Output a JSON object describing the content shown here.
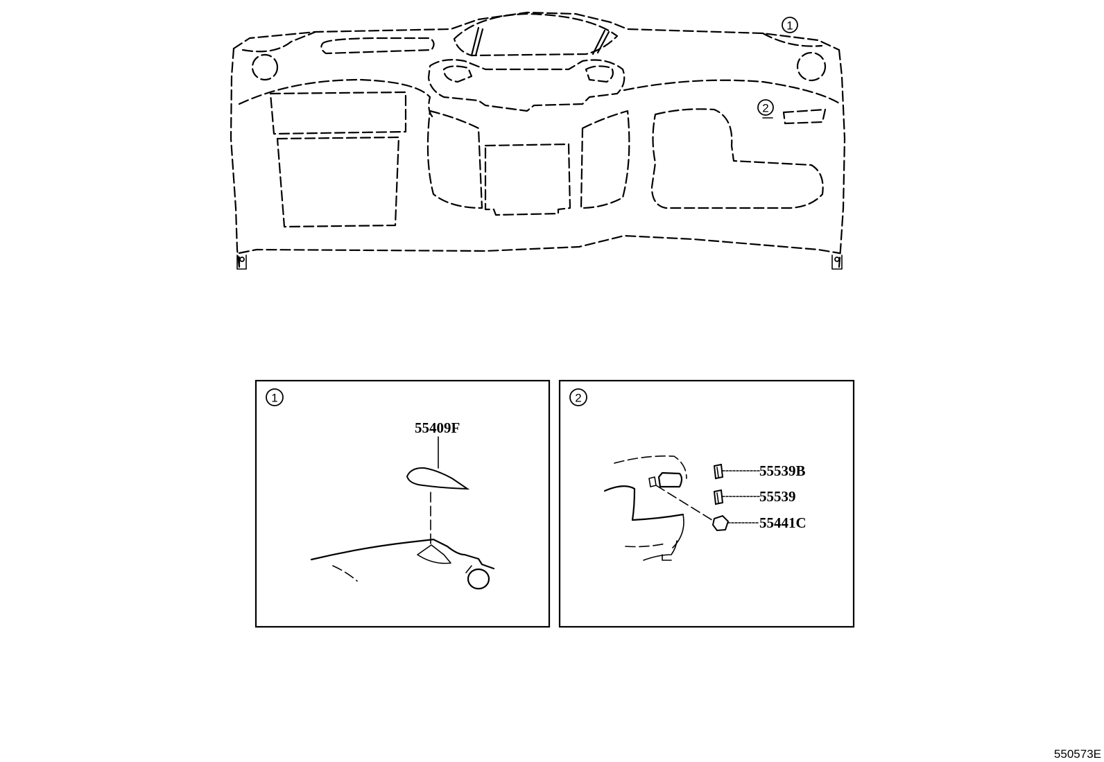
{
  "callouts": {
    "one": "1",
    "two": "2"
  },
  "detail_1": {
    "label": "1",
    "parts": [
      "55409F"
    ]
  },
  "detail_2": {
    "label": "2",
    "parts": [
      "55539B",
      "55539",
      "55441C"
    ]
  },
  "figure_id": "550573E"
}
